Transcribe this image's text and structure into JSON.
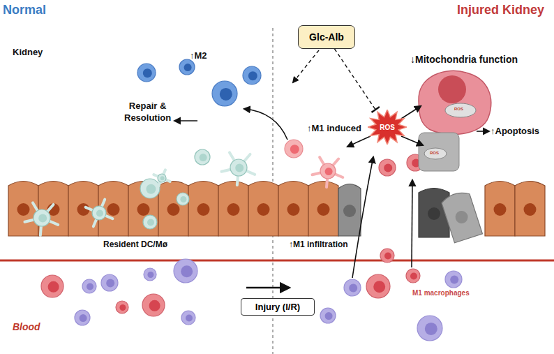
{
  "diagram": {
    "nodes": [
      {
        "text": [
          "Glc-Alb"
        ]
      },
      {
        "text": [
          "ROS"
        ]
      },
      {
        "text": [
          "Injury (I/R)"
        ]
      }
    ],
    "edges": [
      {
        "from": 0,
        "to": 1,
        "arrow": "to"
      }
    ],
    "labels": [
      "Normal",
      "Injured Kidney",
      "Kidney",
      "↑M2",
      "Repair & Resolution",
      "↓Mitochondria function",
      "↑M1 induced",
      "ROS",
      "ROS",
      "↑Apoptosis",
      "Resident DC/Mø",
      "↑M1 infiltration",
      "Blood",
      "M1 macrophages"
    ]
  }
}
